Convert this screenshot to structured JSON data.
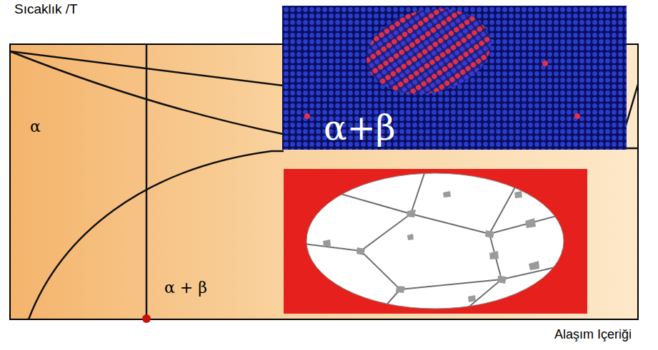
{
  "diagram": {
    "nodes": [
      {
        "text": [
          "α+β"
        ]
      }
    ],
    "labels": [
      "Sıcaklık /T",
      "α",
      "α + β",
      "Alaşım Içeriği"
    ]
  }
}
